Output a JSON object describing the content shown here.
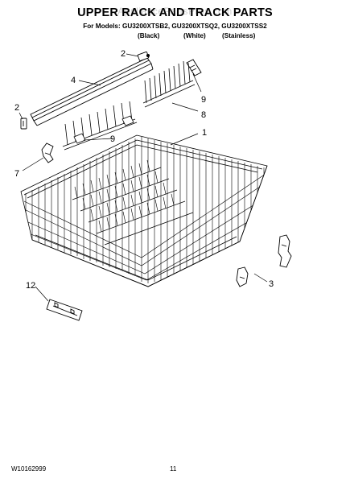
{
  "header": {
    "title": "UPPER RACK AND TRACK PARTS",
    "models_line": "For Models: GU3200XTSB2, GU3200XTSQ2, GU3200XTSS2",
    "variants": [
      "(Black)",
      "(White)",
      "(Stainless)"
    ],
    "watermark": "AppliancePartsPros.com"
  },
  "callouts": [
    "2",
    "4",
    "1",
    "8",
    "9",
    "9",
    "7",
    "2",
    "3",
    "12"
  ],
  "footer": {
    "doc_number": "W10162999",
    "page_number": "11"
  }
}
